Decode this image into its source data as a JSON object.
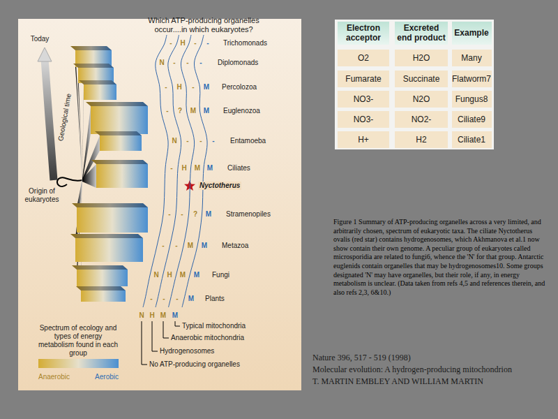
{
  "diagram": {
    "caption": "Figure 1 Summary of ATP-producing organelles across a very limited, and arbitrarily chosen, spectrum of eukaryotic taxa. The ciliate Nyctotherus ovalis (red star) contains hydrogenosomes, which Akhmanova et al.1 now show contain their own genome. A peculiar group of eukaryotes called microsporidia are related to fungi6, whence the 'N' for that group. Antarctic euglenids contain organelles that may be hydrogenosomes10. Some groups designated 'N' may have organelles, but their role, if any, in energy metabolism is unclear. (Data taken from refs 4,5 and references therein, and also refs 2,3, 6&10.)",
    "labels": [
      "Which ATP-producing organelles occur....in which eukaryotes?",
      "Today",
      "Geological time",
      "Origin of eukaryotes",
      "-",
      "H",
      "-",
      "-",
      "Trichomonads",
      "N",
      "-",
      "-",
      "-",
      "Diplomonads",
      "-",
      "H",
      "-",
      "M",
      "Percolozoa",
      "-",
      "?",
      "M",
      "M",
      "Euglenozoa",
      "N",
      "-",
      "-",
      "-",
      "Entamoeba",
      "-",
      "H",
      "M",
      "M",
      "Ciliates",
      "Nyctotherus",
      "-",
      "-",
      "?",
      "M",
      "Stramenopiles",
      "-",
      "-",
      "M",
      "M",
      "Metazoa",
      "N",
      "H",
      "M",
      "M",
      "Fungi",
      "-",
      "-",
      "-",
      "M",
      "Plants",
      "N",
      "H",
      "M",
      "M",
      "Typical mitochondria",
      "Anaerobic mitochondria",
      "Hydrogenosomes",
      "No ATP-producing organelles",
      "Spectrum of ecology and types of energy metabolism found in each group",
      "Anaerobic",
      "Aerobic",
      "Electron acceptor",
      "Excreted end product",
      "Example",
      "O2",
      "H2O",
      "Many",
      "Fumarate",
      "Succinate",
      "Flatworm7",
      "NO3-",
      "N2O",
      "Fungus8",
      "NO3-",
      "NO2-",
      "Ciliate9",
      "H+",
      "H2",
      "Ciliate1",
      "Nature 396, 517 - 519 (1998)",
      "Molecular evolution: A hydrogen-producing mitochondrion",
      "T. MARTIN EMBLEY AND WILLIAM MARTIN"
    ]
  }
}
